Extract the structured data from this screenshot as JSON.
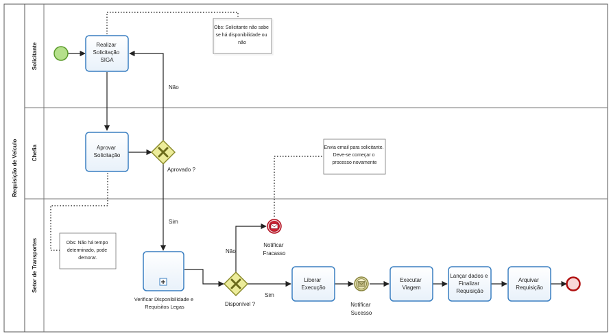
{
  "pool": {
    "title": "Requisição de Veículo"
  },
  "lanes": [
    {
      "id": "solicitante",
      "label": "Solicitante"
    },
    {
      "id": "chefia",
      "label": "Chefia"
    },
    {
      "id": "transportes",
      "label": "Setor de Transportes"
    }
  ],
  "tasks": {
    "realizar": [
      "Realizar",
      "Solicitação",
      "SIGA"
    ],
    "aprovar": [
      "Aprovar",
      "Solicitação"
    ],
    "verificar": [
      "Verificar Disponibilidade e",
      "Requisitos Legas"
    ],
    "liberar": [
      "Liberar",
      "Execução"
    ],
    "executar": [
      "Executar",
      "Viagem"
    ],
    "lancar": [
      "Lançar dados e",
      "Finalizar",
      "Requisição"
    ],
    "arquivar": [
      "Arquivar",
      "Requisição"
    ]
  },
  "gateways": {
    "aprovado": "Aprovado ?",
    "disponivel": "Disponível ?"
  },
  "events": {
    "fracasso": [
      "Notificar",
      "Fracasso"
    ],
    "sucesso": [
      "Notificar",
      "Sucesso"
    ]
  },
  "flow_labels": {
    "nao_aprovado": "Não",
    "sim_aprovado": "Sim",
    "nao_disponivel": "Não",
    "sim_disponivel": "Sim"
  },
  "annotations": {
    "solicitante": [
      "Obs: Solicitante não sabe",
      "se há disponibilidade ou",
      "não"
    ],
    "email": [
      "Envia email para solicitante.",
      "Deve-se  começar o",
      "processo novamente"
    ],
    "tempo": [
      "Obs: Não há tempo",
      "determinado, pode",
      "demorar."
    ]
  },
  "colors": {
    "task_border": "#3a7fc1",
    "gateway_fill": "#ecec9a",
    "gateway_stroke": "#8a8a2a",
    "start_fill": "#b5e08b",
    "start_stroke": "#5a9a2a",
    "end_fill": "#f3c4c4",
    "end_stroke": "#b01010",
    "error_fill": "#cf2030"
  }
}
